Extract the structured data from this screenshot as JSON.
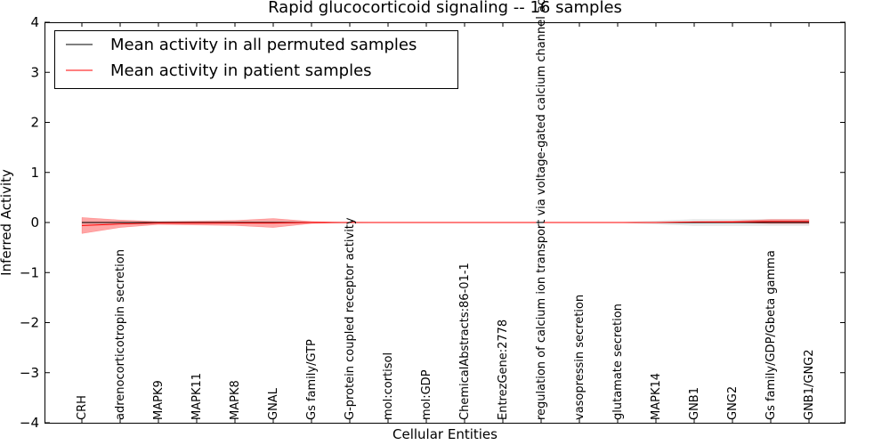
{
  "chart_data": {
    "type": "line",
    "title": "Rapid glucocorticoid signaling -- 16 samples",
    "xlabel": "Cellular Entities",
    "ylabel": "Inferred Activity",
    "ylim": [
      -4,
      4
    ],
    "yticks": [
      "−4",
      "−3",
      "−2",
      "−1",
      "0",
      "1",
      "2",
      "3",
      "4"
    ],
    "categories": [
      "CRH",
      "adrenocorticotropin secretion",
      "MAPK9",
      "MAPK11",
      "MAPK8",
      "GNAL",
      "Gs family/GTP",
      "G-protein coupled receptor activity",
      "mol:cortisol",
      "mol:GDP",
      "ChemicalAbstracts:86-01-1",
      "EntrezGene:2778",
      "regulation of calcium ion transport via voltage-gated calcium channel activity",
      "vasopressin secretion",
      "glutamate secretion",
      "MAPK14",
      "GNB1",
      "GNG2",
      "Gs family/GDP/Gbeta gamma",
      "GNB1/GNG2"
    ],
    "series": [
      {
        "name": "Mean activity in all permuted samples",
        "color": "#000000",
        "values": [
          0.0,
          0.0,
          0.0,
          0.0,
          0.0,
          0.0,
          0.0,
          0.0,
          0.0,
          0.0,
          0.0,
          0.0,
          0.0,
          0.0,
          0.0,
          0.0,
          0.0,
          0.0,
          0.0,
          0.0
        ],
        "band_upper": [
          0.01,
          0.01,
          0.01,
          0.01,
          0.01,
          0.01,
          0.01,
          0.01,
          0.0,
          0.0,
          0.0,
          0.0,
          0.0,
          0.0,
          0.0,
          0.03,
          0.06,
          0.06,
          0.06,
          0.06
        ],
        "band_lower": [
          -0.01,
          -0.01,
          -0.01,
          -0.01,
          -0.01,
          -0.01,
          -0.01,
          -0.01,
          0.0,
          0.0,
          0.0,
          0.0,
          0.0,
          0.0,
          0.0,
          -0.03,
          -0.06,
          -0.06,
          -0.06,
          -0.06
        ],
        "band_color": "#cccccc"
      },
      {
        "name": "Mean activity in patient samples",
        "color": "#ff0000",
        "values": [
          -0.06,
          -0.03,
          -0.01,
          -0.01,
          -0.01,
          -0.01,
          0.0,
          0.0,
          0.0,
          0.0,
          0.0,
          0.0,
          0.0,
          0.0,
          0.0,
          0.0,
          0.01,
          0.01,
          0.02,
          0.02
        ],
        "band_upper": [
          0.1,
          0.05,
          0.02,
          0.03,
          0.04,
          0.08,
          0.02,
          0.0,
          0.0,
          0.0,
          0.0,
          0.0,
          0.0,
          0.0,
          0.0,
          0.0,
          0.02,
          0.03,
          0.06,
          0.06
        ],
        "band_lower": [
          -0.22,
          -0.1,
          -0.04,
          -0.05,
          -0.06,
          -0.1,
          -0.02,
          0.0,
          0.0,
          0.0,
          0.0,
          0.0,
          0.0,
          0.0,
          0.0,
          0.0,
          0.0,
          0.0,
          -0.02,
          -0.02
        ],
        "band_color": "#ff0000"
      }
    ],
    "legend_position": "top-left",
    "grid": false
  }
}
